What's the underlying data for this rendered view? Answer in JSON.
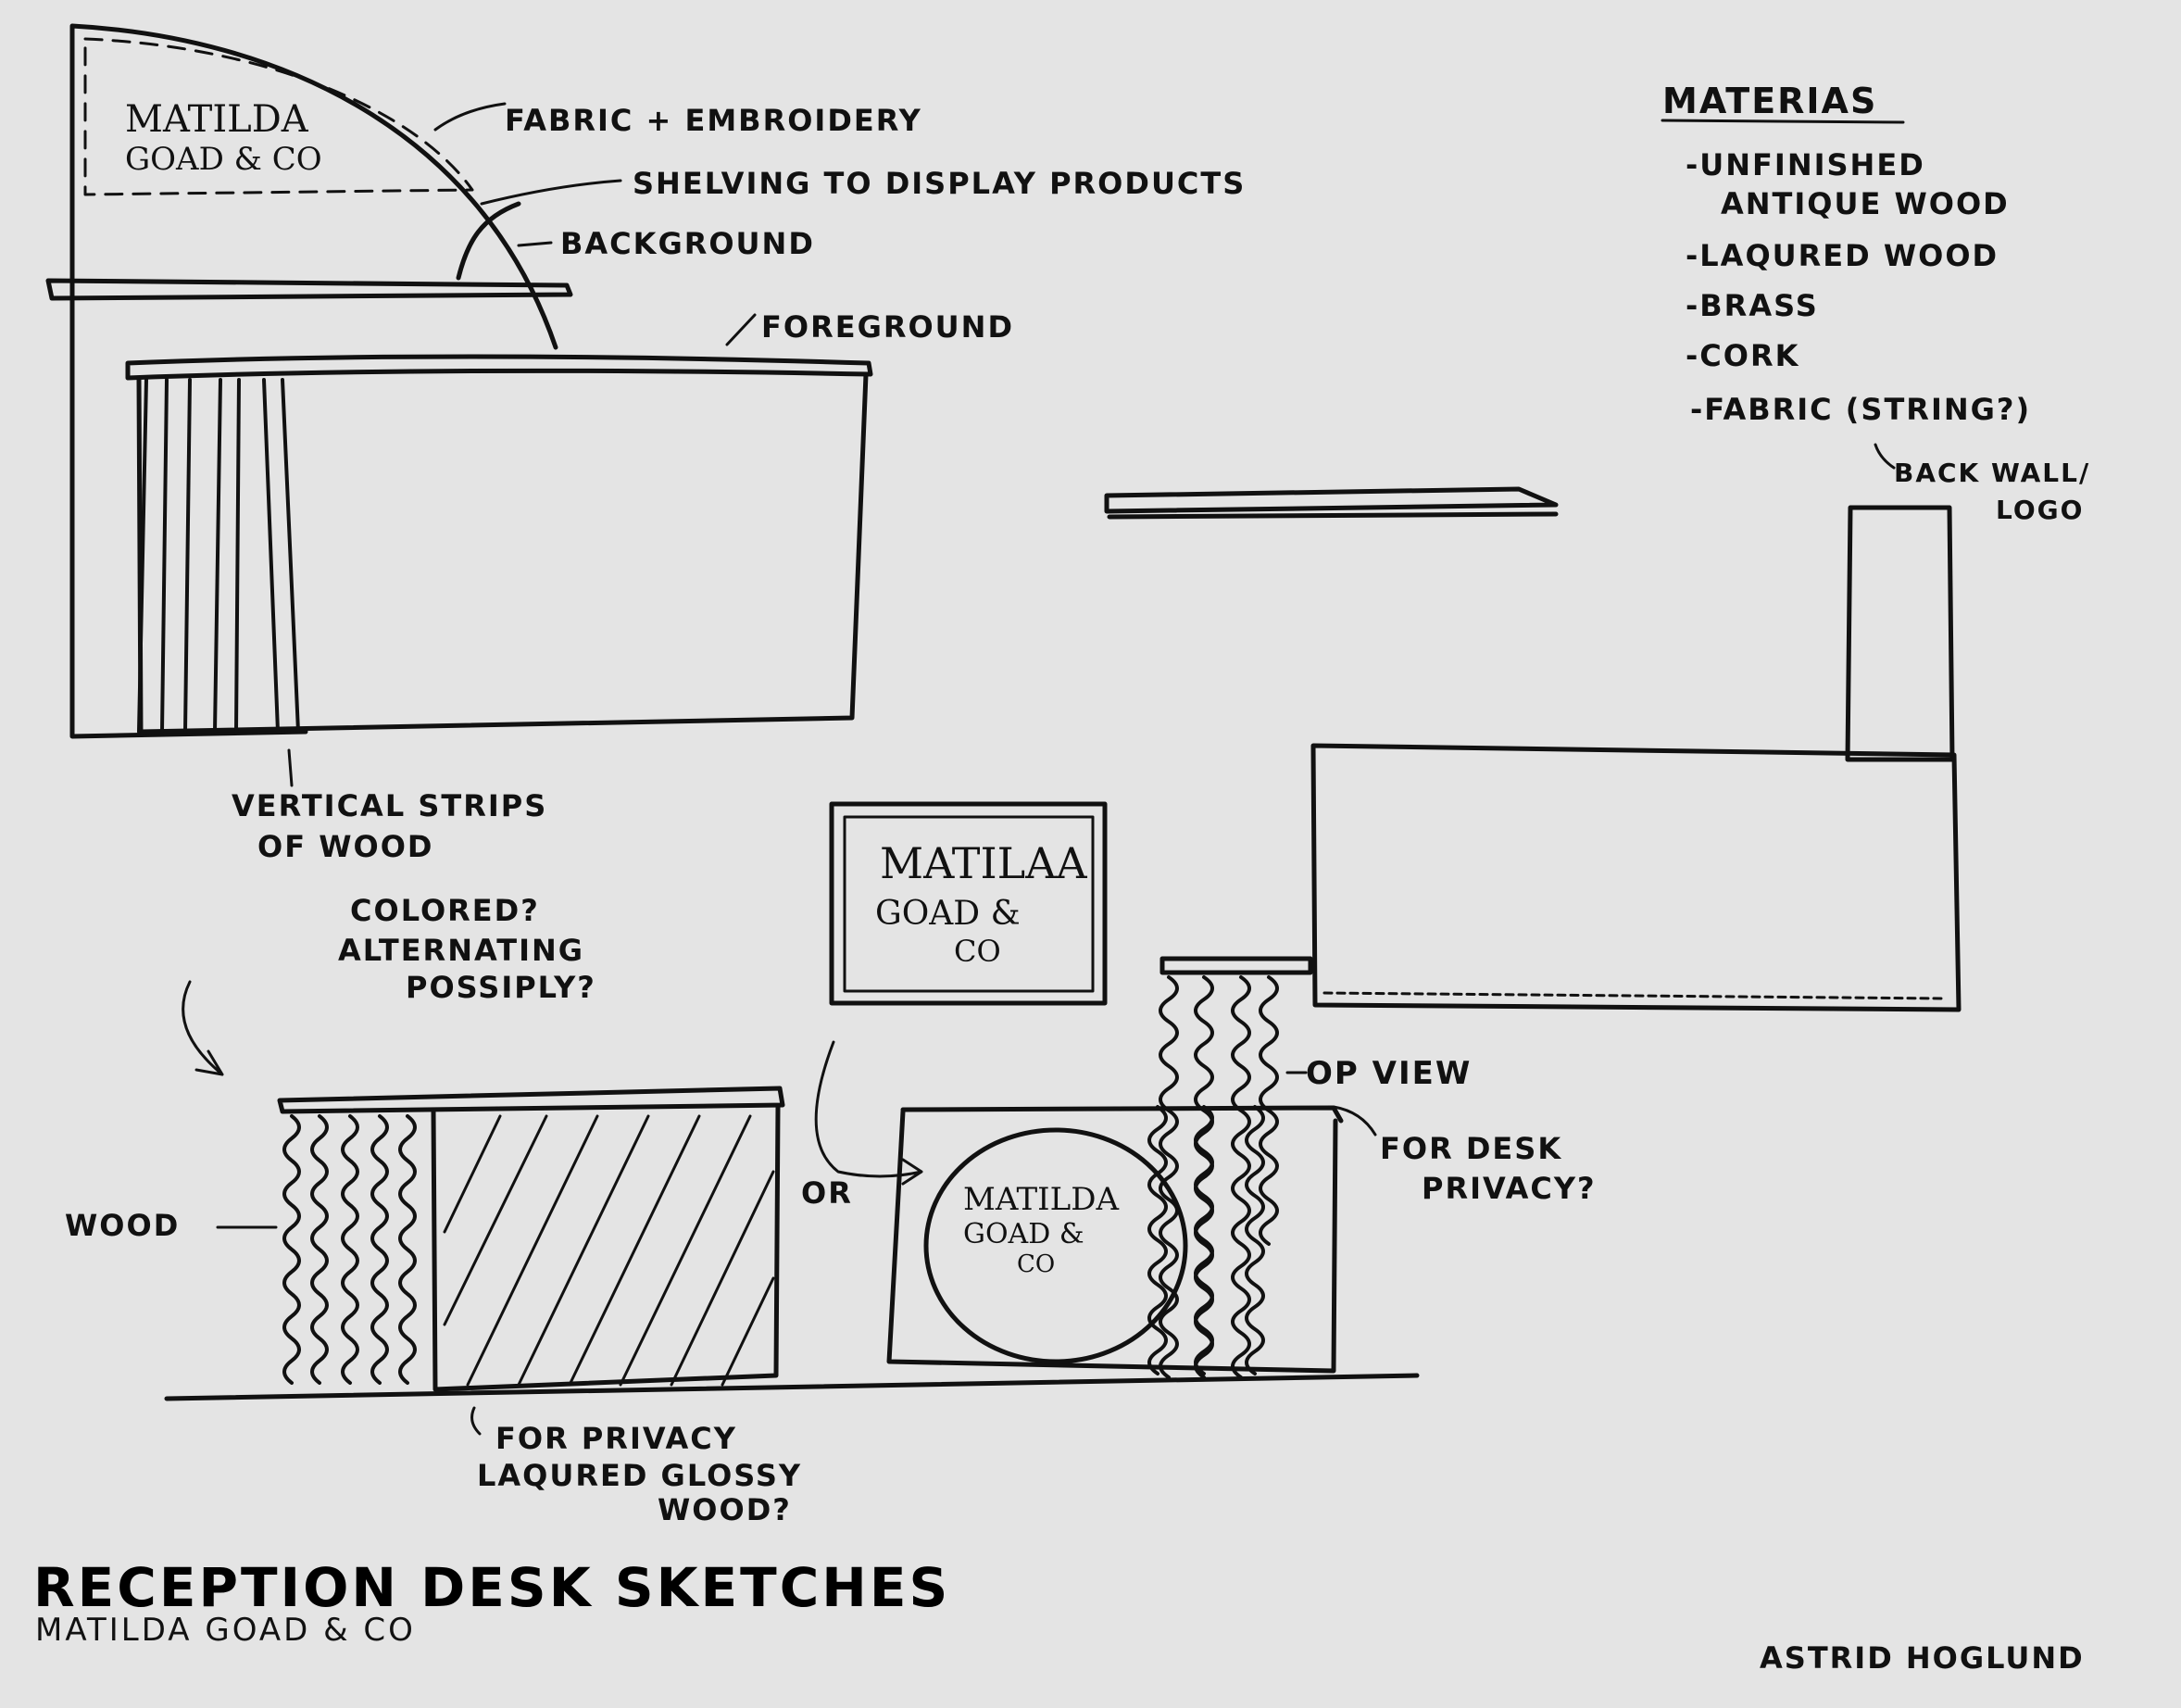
{
  "title": "RECEPTION DESK SKETCHES",
  "subtitle": "MATILDA GOAD & CO",
  "author": "ASTRID HOGLUND",
  "sketch1": {
    "logo_line1": "MATILDA",
    "logo_line2": "GOAD & CO",
    "label_fabric": "FABRIC + EMBROIDERY",
    "label_shelving": "SHELVING TO DISPLAY PRODUCTS",
    "label_background": "BACKGROUND",
    "label_foreground": "FOREGROUND",
    "label_strips_line1": "VERTICAL STRIPS",
    "label_strips_line2": "OF WOOD"
  },
  "materials": {
    "heading": "MATERIAS",
    "items": [
      "-UNFINISHED",
      "ANTIQUE WOOD",
      "-LAQURED WOOD",
      "-BRASS",
      "-CORK",
      "-FABRIC (STRING?)"
    ],
    "backwall_line1": "BACK WALL/",
    "backwall_line2": "LOGO"
  },
  "sketch2": {
    "colored_line1": "COLORED?",
    "colored_line2": "ALTERNATING",
    "colored_line3": "POSSIPLY?",
    "wood": "WOOD",
    "privacy_line1": "FOR PRIVACY",
    "privacy_line2": "LAQURED GLOSSY",
    "privacy_line3": "WOOD?",
    "or": "OR"
  },
  "sketch3": {
    "sign_line1": "MATILAA",
    "sign_line2": "GOAD &",
    "sign_line3": "CO",
    "circle_line1": "MATILDA",
    "circle_line2": "GOAD &",
    "circle_line3": "CO",
    "top_view": "OP VIEW",
    "desk_privacy_line1": "FOR DESK",
    "desk_privacy_line2": "PRIVACY?"
  }
}
